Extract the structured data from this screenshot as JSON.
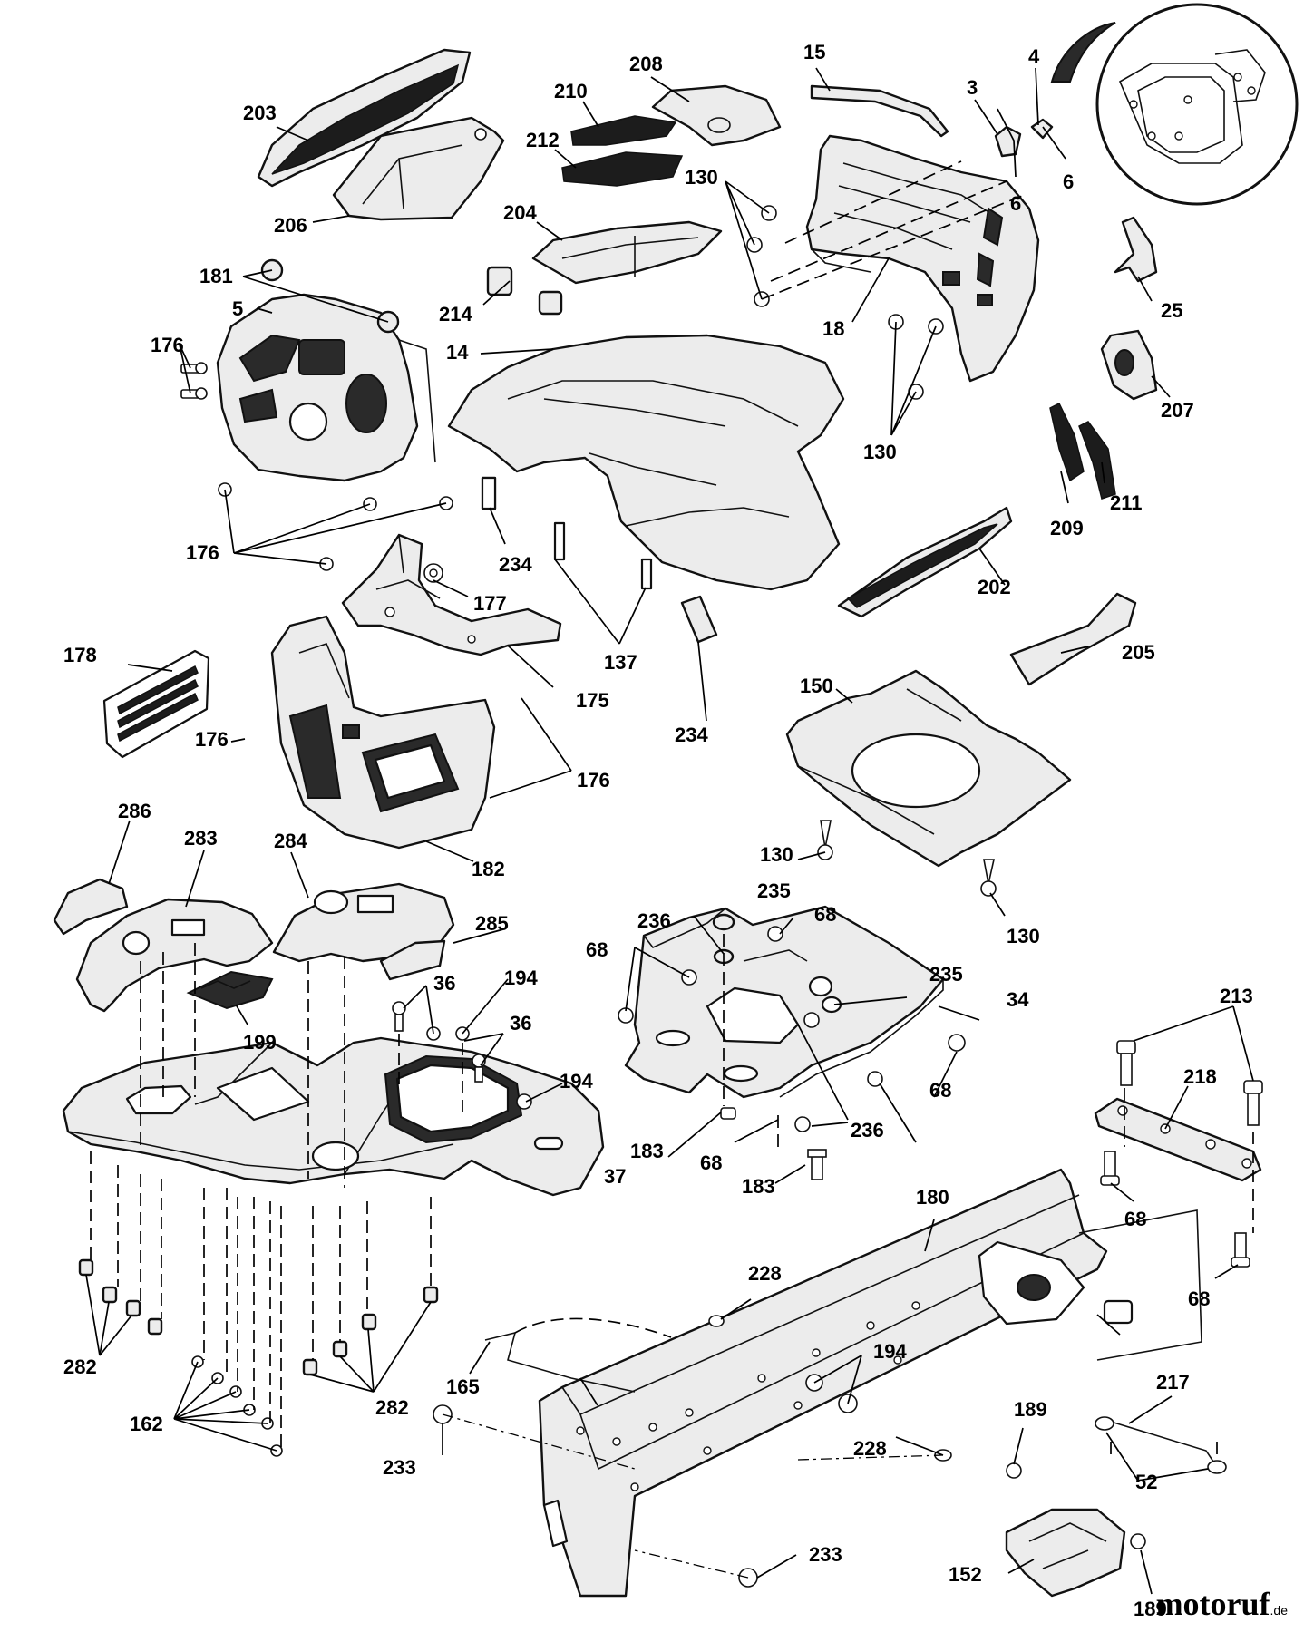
{
  "brand": {
    "name": "motoruf",
    "tld": ".de"
  },
  "callouts": [
    "203",
    "206",
    "210",
    "208",
    "212",
    "15",
    "3",
    "4",
    "6",
    "6",
    "130",
    "204",
    "181",
    "5",
    "214",
    "14",
    "176",
    "18",
    "25",
    "130",
    "207",
    "209",
    "211",
    "176",
    "177",
    "234",
    "202",
    "137",
    "178",
    "175",
    "234",
    "205",
    "150",
    "176",
    "176",
    "182",
    "130",
    "130",
    "286",
    "283",
    "284",
    "285",
    "36",
    "194",
    "36",
    "199",
    "235",
    "236",
    "68",
    "68",
    "235",
    "34",
    "68",
    "236",
    "194",
    "183",
    "68",
    "183",
    "213",
    "218",
    "68",
    "37",
    "180",
    "68",
    "228",
    "194",
    "165",
    "282",
    "282",
    "217",
    "162",
    "189",
    "233",
    "228",
    "52",
    "233",
    "152",
    "189"
  ]
}
